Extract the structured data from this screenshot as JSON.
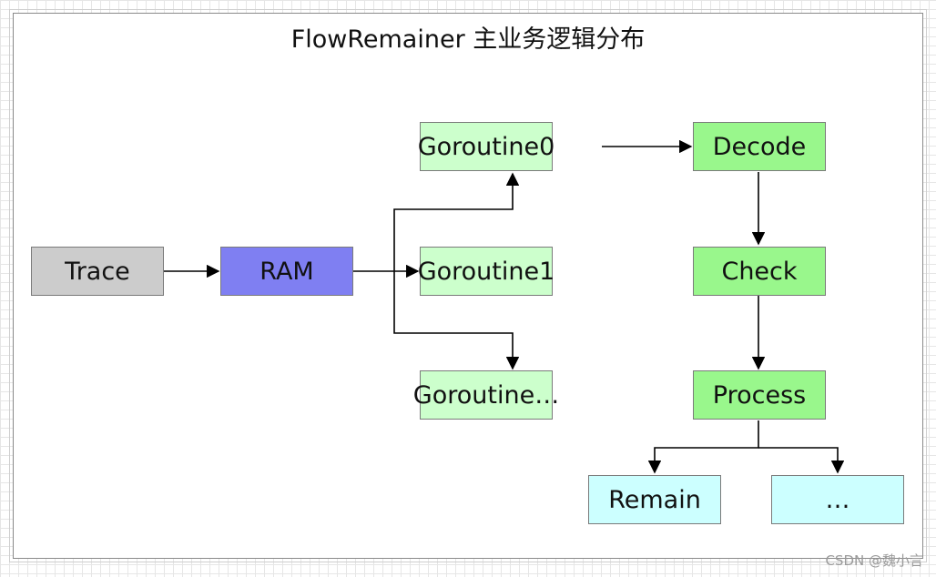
{
  "title": "FlowRemainer 主业务逻辑分布",
  "nodes": {
    "trace": {
      "label": "Trace"
    },
    "ram": {
      "label": "RAM"
    },
    "goroutine0": {
      "label": "Goroutine0"
    },
    "goroutine1": {
      "label": "Goroutine1"
    },
    "goroutine_more": {
      "label": "Goroutine…"
    },
    "decode": {
      "label": "Decode"
    },
    "check": {
      "label": "Check"
    },
    "process": {
      "label": "Process"
    },
    "remain": {
      "label": "Remain"
    },
    "more": {
      "label": "…"
    }
  },
  "colors": {
    "trace": "#cccccc",
    "ram": "#7f7ff2",
    "goroutine": "#ccffcc",
    "stage": "#99f78c",
    "output": "#ccffff",
    "line": "#000000"
  },
  "watermark": "CSDN @魏小言"
}
